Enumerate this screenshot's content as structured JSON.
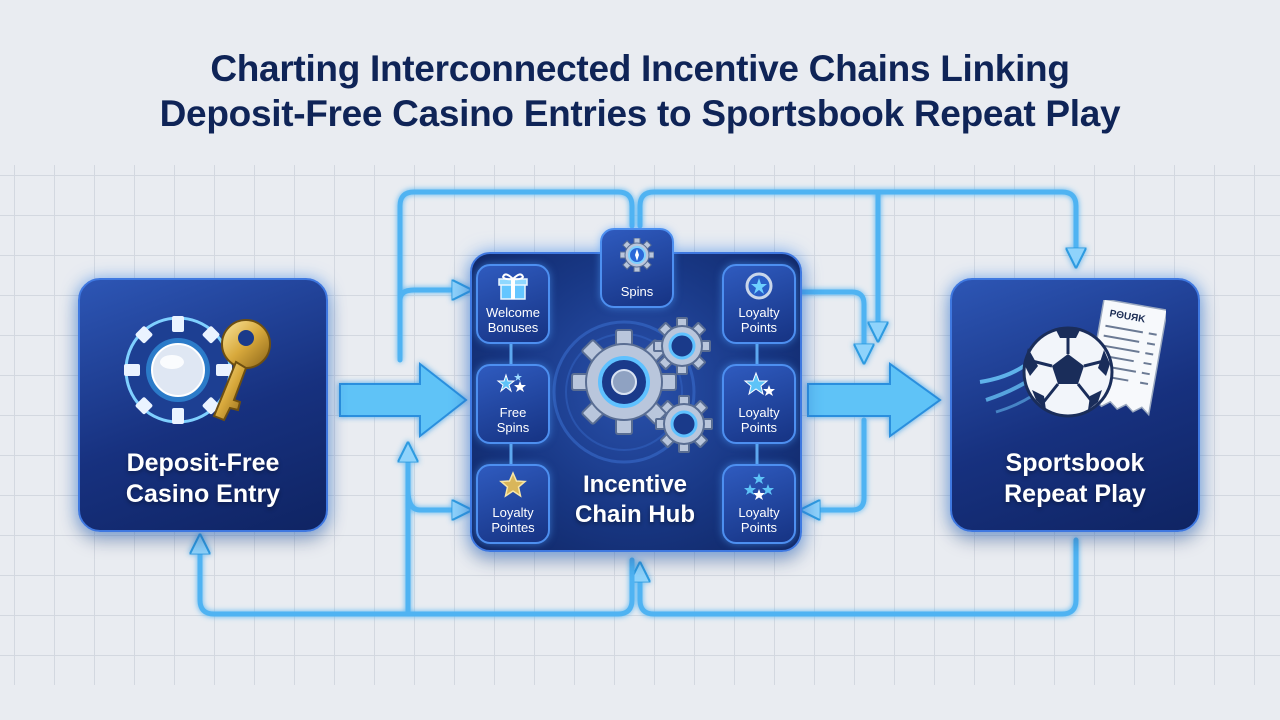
{
  "title": {
    "line1": "Charting Interconnected Incentive Chains Linking",
    "line2": "Deposit-Free Casino Entries to Sportsbook Repeat Play"
  },
  "left_card": {
    "line1": "Deposit-Free",
    "line2": "Casino Entry",
    "icons": [
      "poker-chip-icon",
      "key-icon"
    ]
  },
  "right_card": {
    "line1": "Sportsbook",
    "line2": "Repeat Play",
    "icons": [
      "soccer-ball-icon",
      "bet-slip-icon"
    ],
    "slip_heading": "ΡΘUЯK"
  },
  "hub": {
    "line1": "Incentive",
    "line2": "Chain Hub",
    "icon": "gears-icon",
    "nodes": [
      {
        "line1": "Welcome",
        "line2": "Bonuses",
        "icon": "gift-icon"
      },
      {
        "line1": "Spins",
        "line2": "",
        "icon": "spin-wheel-icon"
      },
      {
        "line1": "Loyalty",
        "line2": "Points",
        "icon": "star-badge-icon"
      },
      {
        "line1": "Free",
        "line2": "Spins",
        "icon": "stars-icon"
      },
      {
        "line1": "Loyalty",
        "line2": "Points",
        "icon": "stars-icon"
      },
      {
        "line1": "Loyalty",
        "line2": "Pointes",
        "icon": "gold-star-icon"
      },
      {
        "line1": "Loyalty",
        "line2": "Points",
        "icon": "star-cluster-icon"
      }
    ]
  },
  "colors": {
    "title": "#0f2457",
    "card": "#17317f",
    "flow": "#4fb3f2",
    "background": "#e9ecf1"
  }
}
